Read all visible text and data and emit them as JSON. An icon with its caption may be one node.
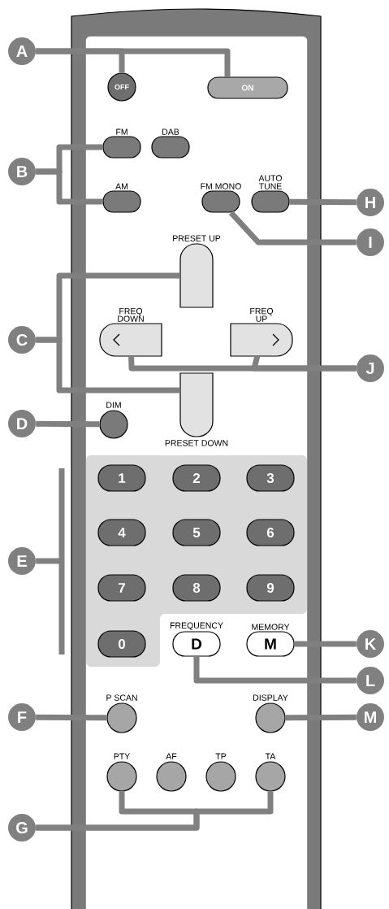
{
  "diagram": {
    "nodes": [
      {
        "text": [
          "A"
        ]
      },
      {
        "text": [
          "OFF"
        ]
      },
      {
        "text": [
          "ON"
        ]
      },
      {
        "text": [
          "B"
        ]
      },
      {
        "text": [
          "FM"
        ]
      },
      {
        "text": [
          "DAB"
        ]
      },
      {
        "text": [
          "AM"
        ]
      },
      {
        "text": [
          "FM MONO"
        ]
      },
      {
        "text": [
          "AUTO TUNE"
        ]
      },
      {
        "text": [
          "H"
        ]
      },
      {
        "text": [
          "I"
        ]
      },
      {
        "text": [
          "PRESET UP"
        ]
      },
      {
        "text": [
          "C"
        ]
      },
      {
        "text": [
          "FREQ DOWN"
        ]
      },
      {
        "text": [
          "FREQ UP"
        ]
      },
      {
        "text": [
          "J"
        ]
      },
      {
        "text": [
          "PRESET DOWN"
        ]
      },
      {
        "text": [
          "D"
        ]
      },
      {
        "text": [
          "DIM"
        ]
      },
      {
        "text": [
          "E"
        ]
      },
      {
        "text": [],
        "shape": "box"
      },
      {
        "text": [
          "1"
        ],
        "in": 20
      },
      {
        "text": [
          "2"
        ],
        "in": 20
      },
      {
        "text": [
          "3"
        ],
        "in": 20
      },
      {
        "text": [
          "4"
        ],
        "in": 20
      },
      {
        "text": [
          "5"
        ],
        "in": 20
      },
      {
        "text": [
          "6"
        ],
        "in": 20
      },
      {
        "text": [
          "7"
        ],
        "in": 20
      },
      {
        "text": [
          "8"
        ],
        "in": 20
      },
      {
        "text": [
          "9"
        ],
        "in": 20
      },
      {
        "text": [
          "0"
        ],
        "in": 20
      },
      {
        "text": [
          "FREQUENCY",
          "D"
        ]
      },
      {
        "text": [
          "MEMORY",
          "M"
        ]
      },
      {
        "text": [
          "K"
        ]
      },
      {
        "text": [
          "L"
        ]
      },
      {
        "text": [
          "F"
        ]
      },
      {
        "text": [
          "P SCAN"
        ]
      },
      {
        "text": [
          "DISPLAY"
        ]
      },
      {
        "text": [
          "M"
        ]
      },
      {
        "text": [
          "PTY"
        ]
      },
      {
        "text": [
          "AF"
        ]
      },
      {
        "text": [
          "TP"
        ]
      },
      {
        "text": [
          "TA"
        ]
      },
      {
        "text": [
          "G"
        ]
      }
    ],
    "edges": [
      {
        "from": 0,
        "to": 1,
        "arrow": "none"
      },
      {
        "from": 0,
        "to": 2,
        "arrow": "none"
      },
      {
        "from": 3,
        "to": 4,
        "arrow": "none"
      },
      {
        "from": 3,
        "to": 6,
        "arrow": "none"
      },
      {
        "from": 9,
        "to": 8,
        "arrow": "none"
      },
      {
        "from": 10,
        "to": 7,
        "arrow": "none"
      },
      {
        "from": 12,
        "to": 11,
        "arrow": "none"
      },
      {
        "from": 12,
        "to": 16,
        "arrow": "none"
      },
      {
        "from": 15,
        "to": 13,
        "arrow": "none"
      },
      {
        "from": 15,
        "to": 14,
        "arrow": "none"
      },
      {
        "from": 17,
        "to": 18,
        "arrow": "none"
      },
      {
        "from": 19,
        "to": 20,
        "arrow": "none"
      },
      {
        "from": 33,
        "to": 32,
        "arrow": "none"
      },
      {
        "from": 34,
        "to": 31,
        "arrow": "none"
      },
      {
        "from": 35,
        "to": 36,
        "arrow": "none"
      },
      {
        "from": 38,
        "to": 37,
        "arrow": "none"
      },
      {
        "from": 43,
        "to": 39,
        "arrow": "none"
      },
      {
        "from": 43,
        "to": 42,
        "arrow": "none"
      }
    ]
  }
}
